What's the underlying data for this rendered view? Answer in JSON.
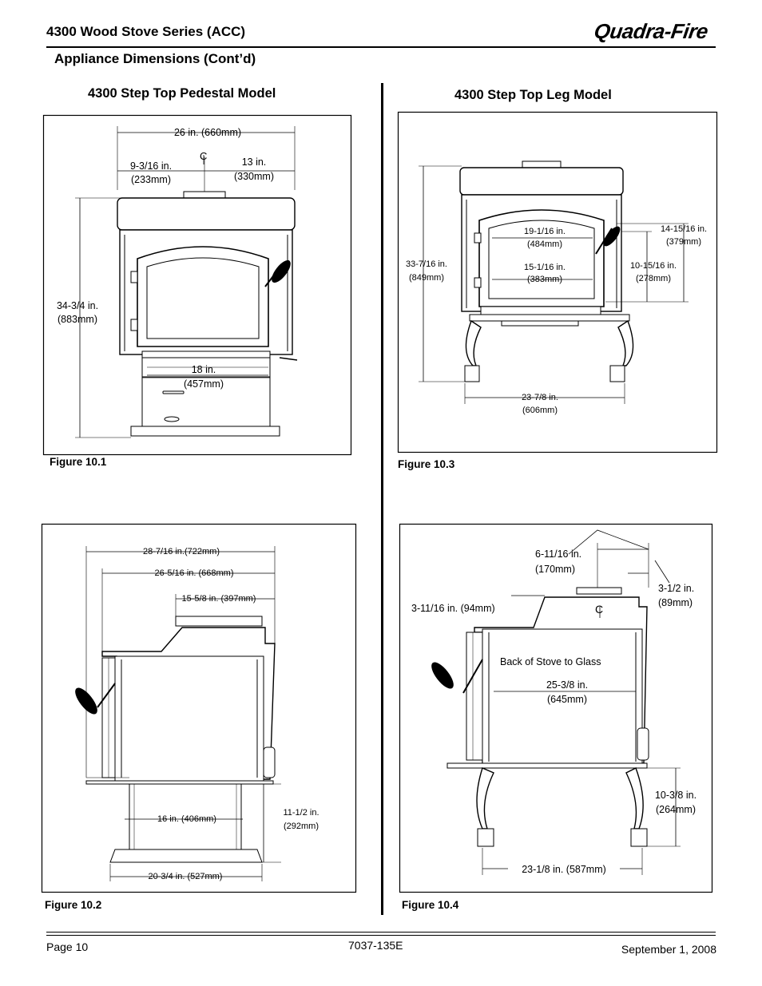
{
  "header": {
    "title": "4300 Wood Stove Series (ACC)",
    "brand": "Quadra-Fire",
    "section": "Appliance Dimensions (Cont’d)"
  },
  "left_model": {
    "heading": "4300 Step Top Pedestal Model",
    "front_figure": {
      "caption": "Figure 10.1",
      "dims": {
        "width": "26 in. (660mm)",
        "left_a": "9-3/16 in.",
        "left_b": "(233mm)",
        "right_a": "13 in.",
        "right_b": "(330mm)",
        "height_a": "34-3/4 in.",
        "height_b": "(883mm)",
        "ash_a": "18 in.",
        "ash_b": "(457mm)",
        "cl": "CL"
      }
    },
    "side_figure": {
      "caption": "Figure 10.2",
      "dims": {
        "d1": "28-7/16 in.(722mm)",
        "d2": "26-5/16 in. (668mm)",
        "d3": "15-5/8 in. (397mm)",
        "d4": "16 in. (406mm)",
        "d5_a": "11-1/2 in.",
        "d5_b": "(292mm)",
        "d6": "20-3/4 in. (527mm)"
      }
    }
  },
  "right_model": {
    "heading": "4300 Step Top Leg Model",
    "front_figure": {
      "caption": "Figure 10.3",
      "dims": {
        "h_a": "33-7/16 in.",
        "h_b": "(849mm)",
        "glass_w_a": "19-1/16 in.",
        "glass_w_b": "(484mm)",
        "glass_w2_a": "15-1/16 in.",
        "glass_w2_b": "(383mm)",
        "r1_a": "14-15/16 in.",
        "r1_b": "(379mm)",
        "r2_a": "10-15/16 in.",
        "r2_b": "(278mm)",
        "base_a": "23-7/8 in.",
        "base_b": "(606mm)"
      }
    },
    "side_figure": {
      "caption": "Figure 10.4",
      "dims": {
        "a_a": "6-11/16 in.",
        "a_b": "(170mm)",
        "b_a": "3-1/2 in.",
        "b_b": "(89mm)",
        "c": "3-11/16 in. (94mm)",
        "note": "Back of Stove to Glass",
        "d_a": "25-3/8 in.",
        "d_b": "(645mm)",
        "e_a": "10-3/8 in.",
        "e_b": "(264mm)",
        "f": "23-1/8 in. (587mm)",
        "cl": "CL"
      }
    }
  },
  "footer": {
    "page": "Page  10",
    "doc": "7037-135E",
    "date": "September 1, 2008"
  }
}
